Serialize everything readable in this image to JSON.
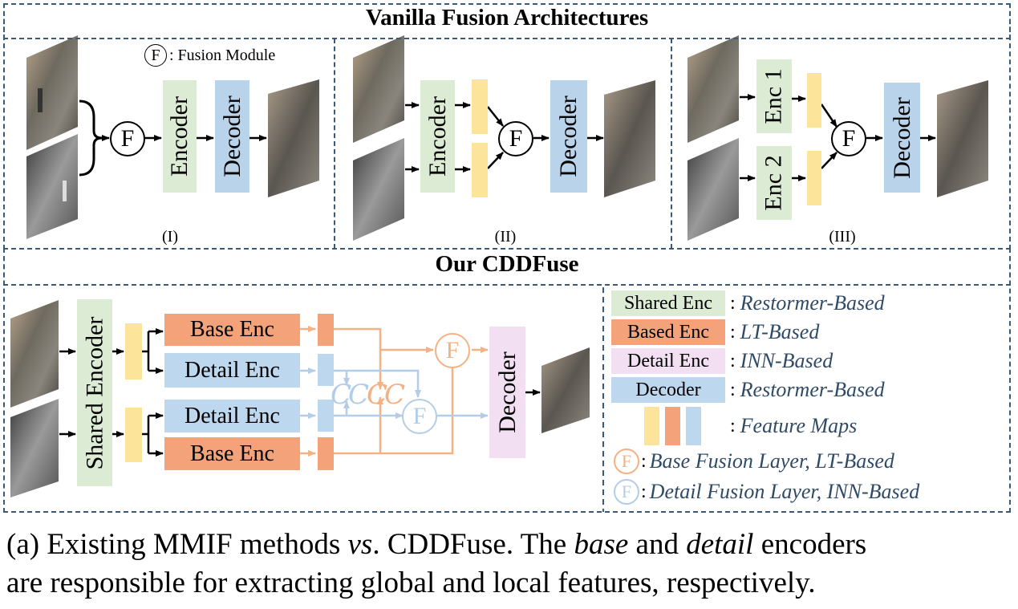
{
  "colors": {
    "encoder_green": "#dcebd3",
    "decoder_blue": "#b9d3ea",
    "feature_yellow": "#fde49b",
    "base_orange": "#f3a27a",
    "detail_blue": "#bdd7ee",
    "decoder_pink": "#f2dff2",
    "base_line": "#f4b183",
    "detail_line": "#b4cde6",
    "border": "#3a5a78",
    "legend_text": "#2f4a66"
  },
  "top": {
    "title": "Vanilla Fusion Architectures",
    "fusion_note_symbol": "F",
    "fusion_note": ": Fusion Module",
    "panel1": {
      "label": "(I)",
      "encoder": "Encoder",
      "decoder": "Decoder",
      "fusion": "F"
    },
    "panel2": {
      "label": "(II)",
      "encoder": "Encoder",
      "decoder": "Decoder",
      "fusion": "F"
    },
    "panel3": {
      "label": "(III)",
      "enc1": "Enc 1",
      "enc2": "Enc 2",
      "decoder": "Decoder",
      "fusion": "F"
    }
  },
  "bottom": {
    "title": "Our CDDFuse",
    "shared_encoder": "Shared Encoder",
    "base_enc_top": "Base Enc",
    "detail_enc_top": "Detail Enc",
    "detail_enc_bottom": "Detail Enc",
    "base_enc_bottom": "Base Enc",
    "cc_detail": "CC",
    "cc_base": "CC",
    "base_fusion": "F",
    "detail_fusion": "F",
    "decoder": "Decoder"
  },
  "legend": {
    "shared_key": "Shared Enc",
    "shared_desc": "Restormer-Based",
    "based_key": "Based Enc",
    "based_desc": "LT-Based",
    "detail_key": "Detail Enc",
    "detail_desc": "INN-Based",
    "decoder_key": "Decoder",
    "decoder_desc": "Restormer-Based",
    "feature_desc": "Feature Maps",
    "base_fusion_symbol": "F",
    "base_fusion_desc": "Base Fusion Layer, LT-Based",
    "detail_fusion_symbol": "F",
    "detail_fusion_desc": "Detail Fusion Layer, INN-Based",
    "colon": ":"
  },
  "caption": {
    "line1_a": "(a) Existing MMIF methods ",
    "line1_vs": "vs",
    "line1_b": ". CDDFuse. The ",
    "line1_base": "base",
    "line1_c": " and ",
    "line1_detail": "detail",
    "line1_d": " encoders",
    "line2": "are responsible for extracting global and local features, respectively."
  }
}
